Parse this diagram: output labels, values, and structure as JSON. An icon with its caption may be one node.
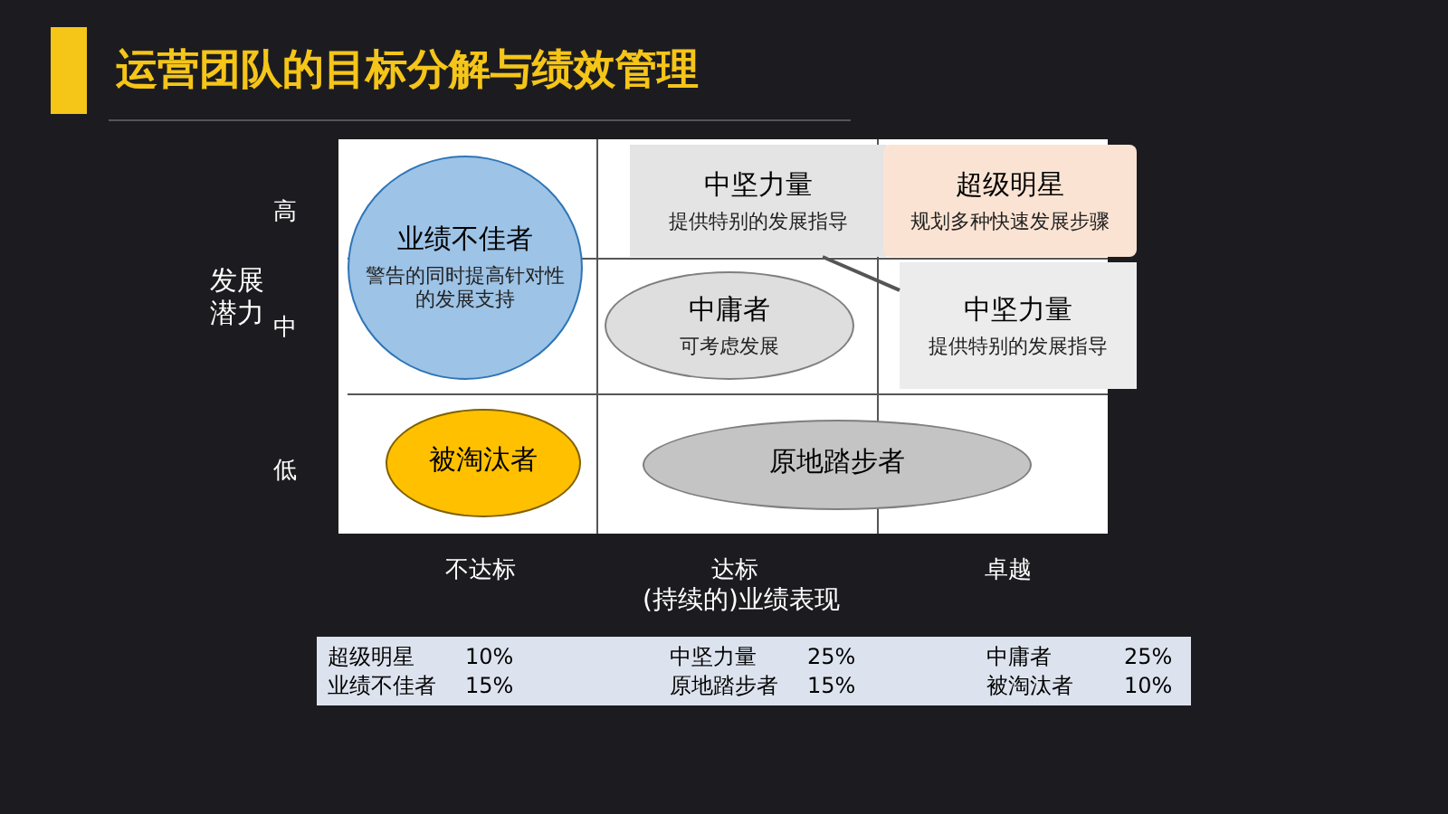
{
  "diagram": {
    "title": "运营团队的目标分解与绩效管理",
    "nodes": [
      {
        "text": [
          "中坚力量",
          "提供特别的发展指导"
        ]
      },
      {
        "text": [
          "超级明星",
          "规划多种快速发展步骤"
        ]
      },
      {
        "text": [
          "业绩不佳者",
          "警告的同时提高针对性的发展支持"
        ]
      },
      {
        "text": [
          "中庸者",
          "可考虑发展"
        ]
      },
      {
        "text": [
          "中坚力量",
          "提供特别的发展指导"
        ]
      },
      {
        "text": [
          "被淘汰者"
        ]
      },
      {
        "text": [
          "原地踏步者"
        ]
      }
    ],
    "edges": [
      {
        "from": 0,
        "to": 4,
        "arrow": "none"
      }
    ],
    "labels": [
      "高",
      "中",
      "低",
      "发展潜力",
      "不达标",
      "达标",
      "卓越",
      "(持续的)业绩表现",
      "超级明星",
      "10%",
      "中坚力量",
      "25%",
      "中庸者",
      "25%",
      "业绩不佳者",
      "15%",
      "原地踏步者",
      "15%",
      "被淘汰者",
      "10%"
    ]
  }
}
